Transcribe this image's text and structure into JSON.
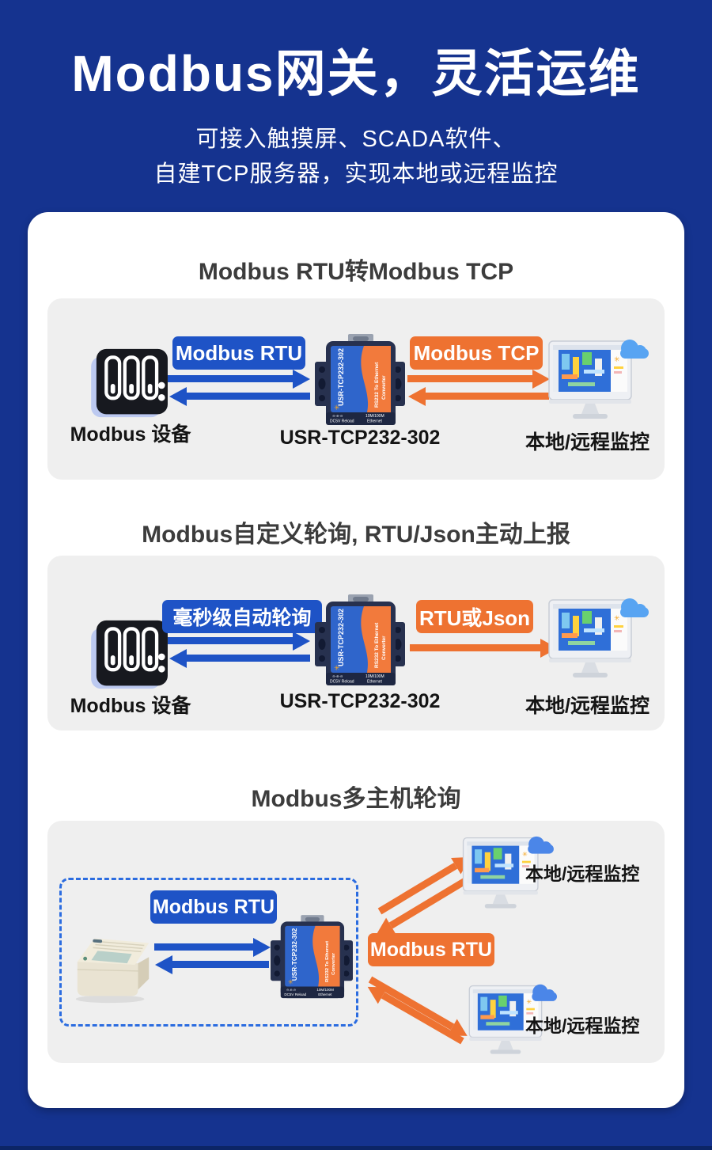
{
  "header": {
    "title": "Modbus网关，灵活运维",
    "subtitle1": "可接入触摸屏、SCADA软件、",
    "subtitle2": "自建TCP服务器，实现本地或远程监控"
  },
  "colors": {
    "background_navy": "#15338f",
    "accent_blue": "#1e53c6",
    "accent_orange": "#ee7231",
    "panel_gray": "#efefef",
    "card_white": "#ffffff"
  },
  "sections": [
    {
      "heading": "Modbus RTU转Modbus TCP",
      "blue_badge": "Modbus RTU",
      "orange_badge": "Modbus TCP",
      "left_label": "Modbus 设备",
      "center_label": "USR-TCP232-302",
      "right_label": "本地/远程监控"
    },
    {
      "heading": "Modbus自定义轮询, RTU/Json主动上报",
      "blue_badge": "毫秒级自动轮询",
      "orange_badge": "RTU或Json",
      "left_label": "Modbus 设备",
      "center_label": "USR-TCP232-302",
      "right_label": "本地/远程监控"
    },
    {
      "heading": "Modbus多主机轮询",
      "blue_badge": "Modbus RTU",
      "orange_badge": "Modbus RTU",
      "monitor_top_label": "本地/远程监控",
      "monitor_bottom_label": "本地/远程监控"
    }
  ],
  "gateway_device": {
    "model": "USR-TCP232-302",
    "desc_line1": "RS232 To Ethernet",
    "desc_line2": "Converter",
    "power_marking": "⊖-⊕-⊖",
    "port_left": "DC5V Reload",
    "port_right_line1": "10M/100M",
    "port_right_line2": "Ethernet"
  }
}
